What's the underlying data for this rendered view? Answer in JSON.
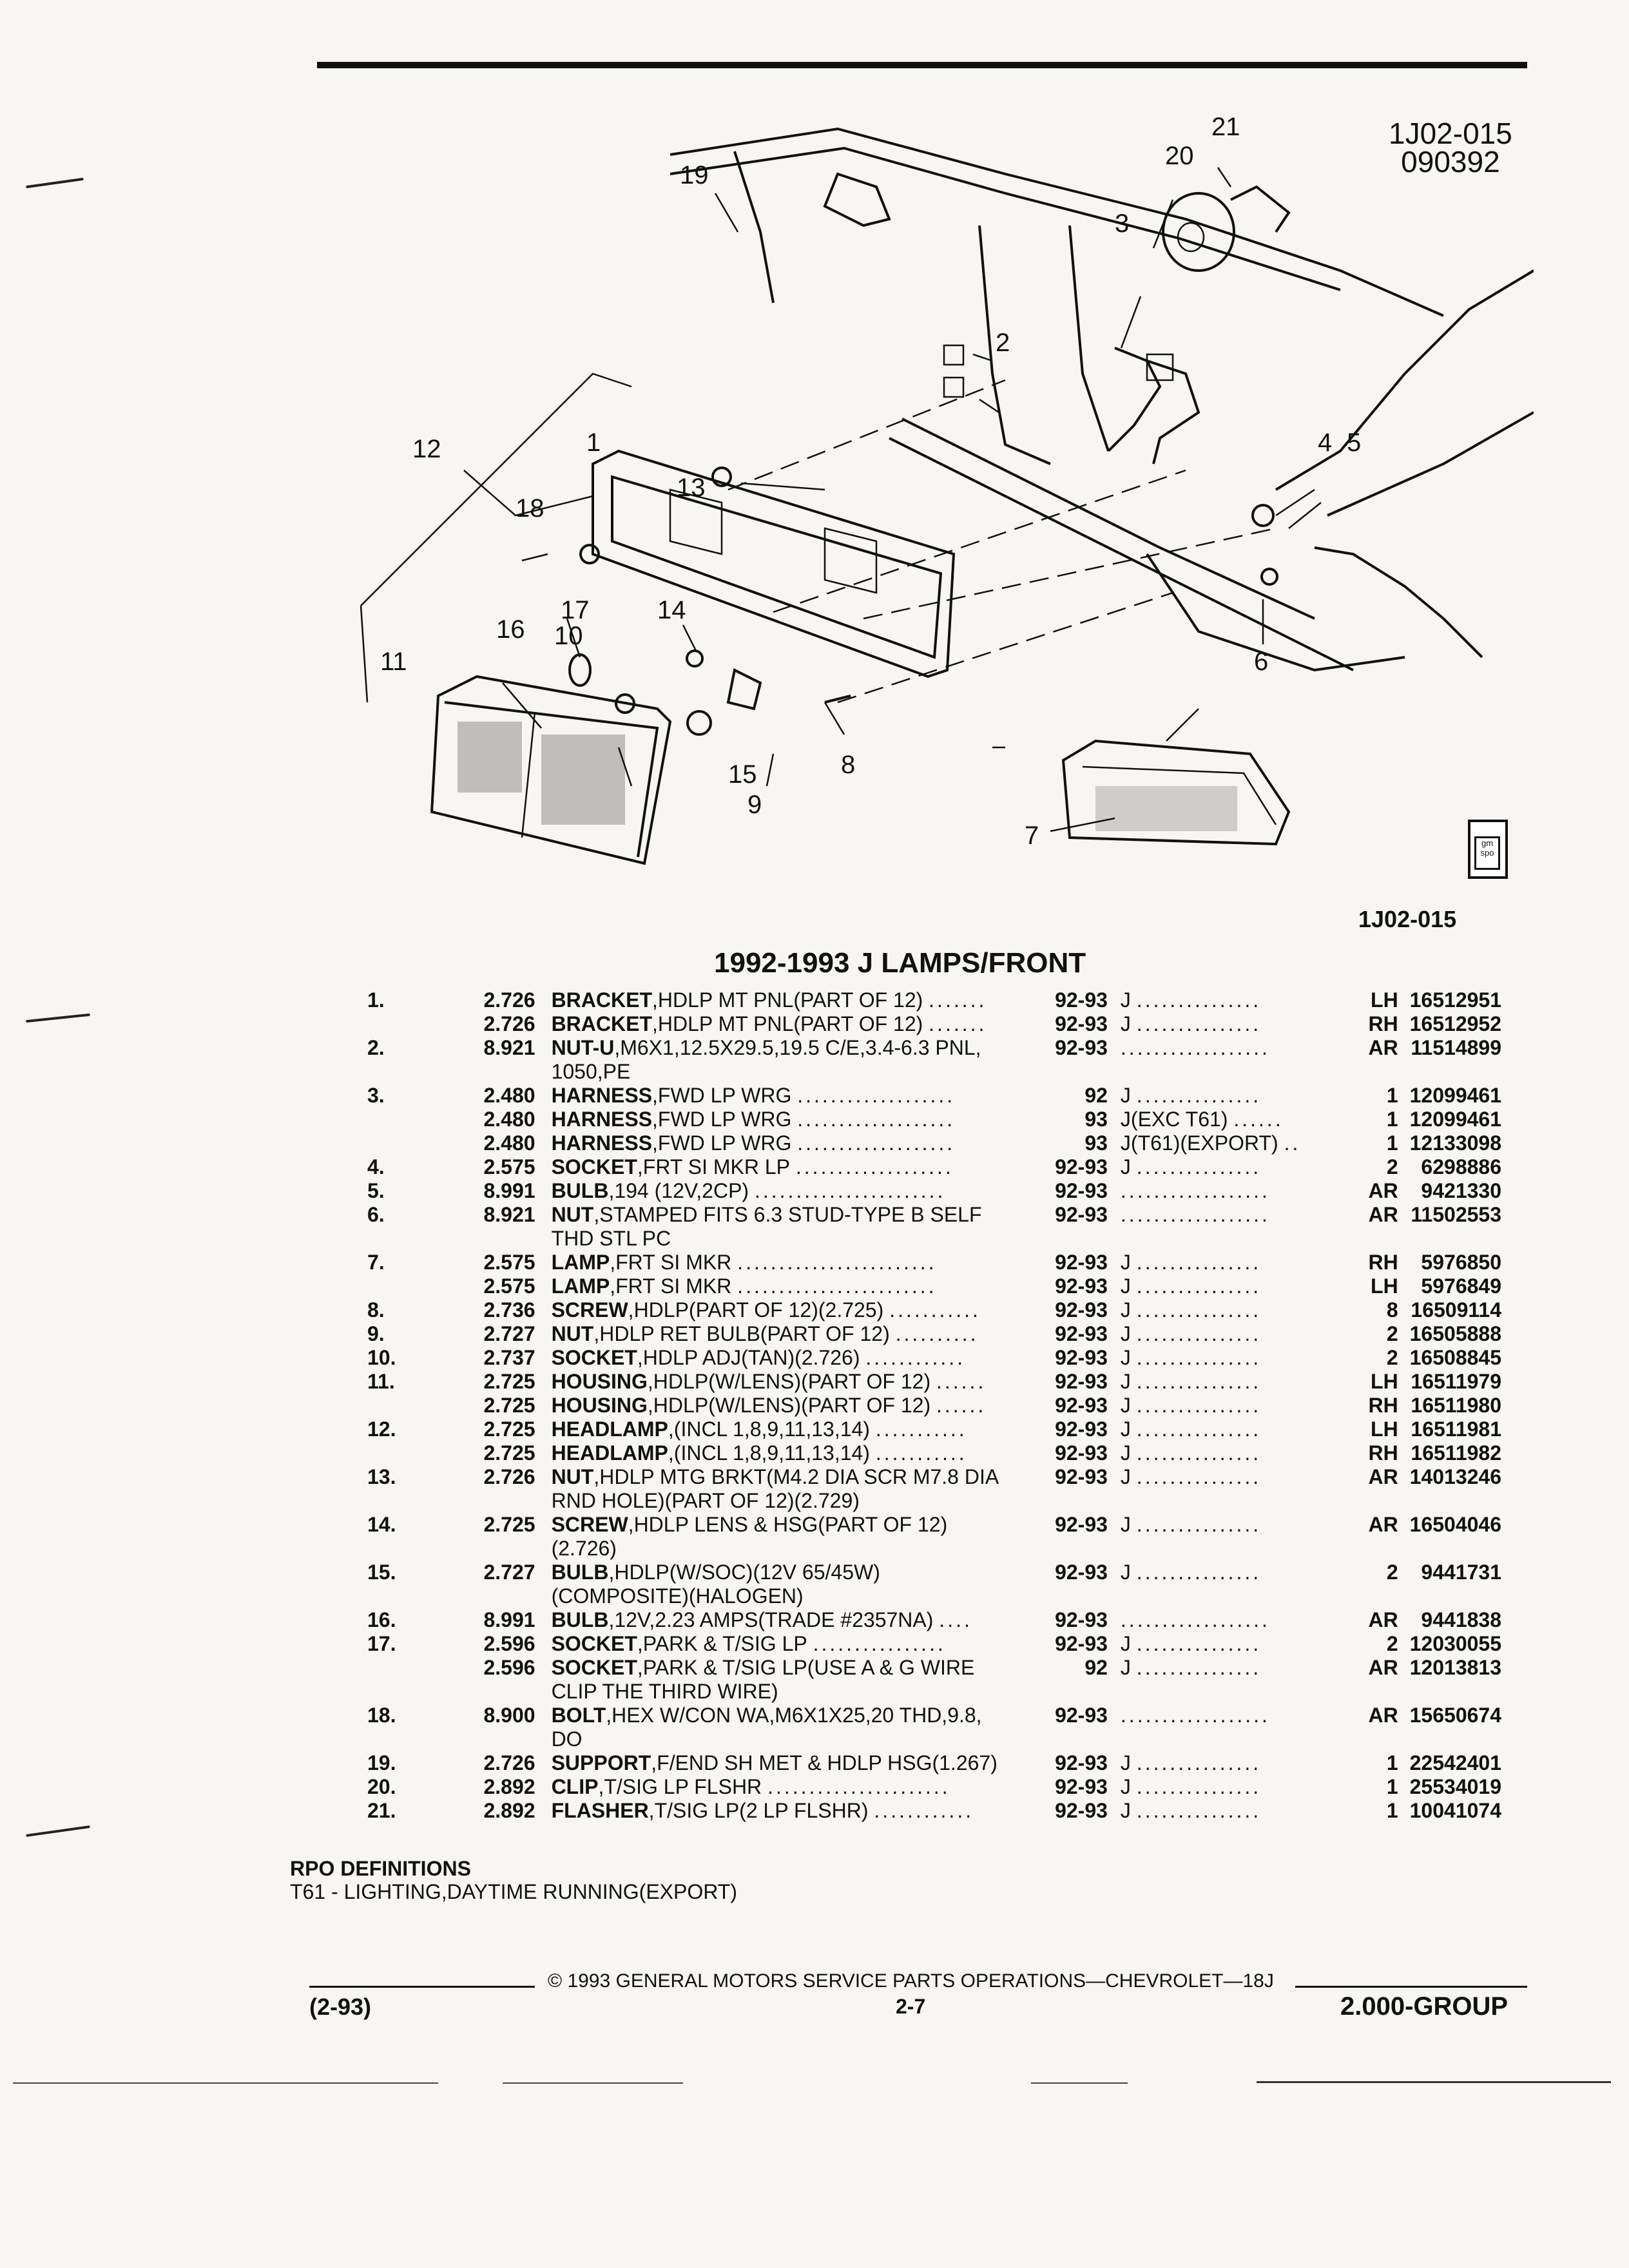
{
  "figure": {
    "code_top": "1J02-015",
    "date_code": "090392",
    "code_bottom": "1J02-015",
    "callouts": [
      "1",
      "2",
      "3",
      "4",
      "5",
      "6",
      "7",
      "8",
      "9",
      "10",
      "11",
      "12",
      "13",
      "14",
      "15",
      "16",
      "17",
      "18",
      "19",
      "20",
      "21"
    ]
  },
  "section_title": "1992-1993 J LAMPS/FRONT",
  "parts": [
    {
      "ref": "1.",
      "group": "2.726",
      "name": "BRACKET",
      "desc": ",HDLP MT PNL(PART OF 12)",
      "dots": ".......",
      "years": "92-93",
      "model": "J",
      "mdots": "...............",
      "qty": "LH",
      "part": "16512951"
    },
    {
      "ref": "",
      "group": "2.726",
      "name": "BRACKET",
      "desc": ",HDLP MT PNL(PART OF 12)",
      "dots": ".......",
      "years": "92-93",
      "model": "J",
      "mdots": "...............",
      "qty": "RH",
      "part": "16512952"
    },
    {
      "ref": "2.",
      "group": "8.921",
      "name": "NUT-U",
      "desc": ",M6X1,12.5X29.5,19.5 C/E,3.4-6.3 PNL,",
      "dots": "",
      "years": "92-93",
      "model": "",
      "mdots": "..................",
      "qty": "AR",
      "part": "11514899"
    },
    {
      "ref": "",
      "group": "",
      "name": "",
      "desc": "1050,PE",
      "dots": "",
      "years": "",
      "model": "",
      "mdots": "",
      "qty": "",
      "part": ""
    },
    {
      "ref": "3.",
      "group": "2.480",
      "name": "HARNESS",
      "desc": ",FWD LP WRG",
      "dots": "...................",
      "years": "92",
      "model": "J",
      "mdots": "...............",
      "qty": "1",
      "part": "12099461"
    },
    {
      "ref": "",
      "group": "2.480",
      "name": "HARNESS",
      "desc": ",FWD LP WRG",
      "dots": "...................",
      "years": "93",
      "model": "J(EXC T61)",
      "mdots": "......",
      "qty": "1",
      "part": "12099461"
    },
    {
      "ref": "",
      "group": "2.480",
      "name": "HARNESS",
      "desc": ",FWD LP WRG",
      "dots": "...................",
      "years": "93",
      "model": "J(T61)(EXPORT)",
      "mdots": "..",
      "qty": "1",
      "part": "12133098"
    },
    {
      "ref": "4.",
      "group": "2.575",
      "name": "SOCKET",
      "desc": ",FRT SI MKR LP",
      "dots": "...................",
      "years": "92-93",
      "model": "J",
      "mdots": "...............",
      "qty": "2",
      "part": "6298886"
    },
    {
      "ref": "5.",
      "group": "8.991",
      "name": "BULB",
      "desc": ",194 (12V,2CP)",
      "dots": ".......................",
      "years": "92-93",
      "model": "",
      "mdots": "..................",
      "qty": "AR",
      "part": "9421330"
    },
    {
      "ref": "6.",
      "group": "8.921",
      "name": "NUT",
      "desc": ",STAMPED FITS 6.3 STUD-TYPE B SELF",
      "dots": "",
      "years": "92-93",
      "model": "",
      "mdots": "..................",
      "qty": "AR",
      "part": "11502553"
    },
    {
      "ref": "",
      "group": "",
      "name": "",
      "desc": "THD STL PC",
      "dots": "",
      "years": "",
      "model": "",
      "mdots": "",
      "qty": "",
      "part": ""
    },
    {
      "ref": "7.",
      "group": "2.575",
      "name": "LAMP",
      "desc": ",FRT SI MKR",
      "dots": "........................",
      "years": "92-93",
      "model": "J",
      "mdots": "...............",
      "qty": "RH",
      "part": "5976850"
    },
    {
      "ref": "",
      "group": "2.575",
      "name": "LAMP",
      "desc": ",FRT SI MKR",
      "dots": "........................",
      "years": "92-93",
      "model": "J",
      "mdots": "...............",
      "qty": "LH",
      "part": "5976849"
    },
    {
      "ref": "8.",
      "group": "2.736",
      "name": "SCREW",
      "desc": ",HDLP(PART OF 12)(2.725)",
      "dots": "...........",
      "years": "92-93",
      "model": "J",
      "mdots": "...............",
      "qty": "8",
      "part": "16509114"
    },
    {
      "ref": "9.",
      "group": "2.727",
      "name": "NUT",
      "desc": ",HDLP RET BULB(PART OF 12)",
      "dots": "..........",
      "years": "92-93",
      "model": "J",
      "mdots": "...............",
      "qty": "2",
      "part": "16505888"
    },
    {
      "ref": "10.",
      "group": "2.737",
      "name": "SOCKET",
      "desc": ",HDLP ADJ(TAN)(2.726)",
      "dots": "............",
      "years": "92-93",
      "model": "J",
      "mdots": "...............",
      "qty": "2",
      "part": "16508845"
    },
    {
      "ref": "11.",
      "group": "2.725",
      "name": "HOUSING",
      "desc": ",HDLP(W/LENS)(PART OF 12)",
      "dots": "......",
      "years": "92-93",
      "model": "J",
      "mdots": "...............",
      "qty": "LH",
      "part": "16511979"
    },
    {
      "ref": "",
      "group": "2.725",
      "name": "HOUSING",
      "desc": ",HDLP(W/LENS)(PART OF 12)",
      "dots": "......",
      "years": "92-93",
      "model": "J",
      "mdots": "...............",
      "qty": "RH",
      "part": "16511980"
    },
    {
      "ref": "12.",
      "group": "2.725",
      "name": "HEADLAMP",
      "desc": ",(INCL 1,8,9,11,13,14)",
      "dots": "...........",
      "years": "92-93",
      "model": "J",
      "mdots": "...............",
      "qty": "LH",
      "part": "16511981"
    },
    {
      "ref": "",
      "group": "2.725",
      "name": "HEADLAMP",
      "desc": ",(INCL 1,8,9,11,13,14)",
      "dots": "...........",
      "years": "92-93",
      "model": "J",
      "mdots": "...............",
      "qty": "RH",
      "part": "16511982"
    },
    {
      "ref": "13.",
      "group": "2.726",
      "name": "NUT",
      "desc": ",HDLP MTG BRKT(M4.2 DIA SCR M7.8 DIA",
      "dots": "",
      "years": "92-93",
      "model": "J",
      "mdots": "...............",
      "qty": "AR",
      "part": "14013246"
    },
    {
      "ref": "",
      "group": "",
      "name": "",
      "desc": "RND HOLE)(PART OF 12)(2.729)",
      "dots": "",
      "years": "",
      "model": "",
      "mdots": "",
      "qty": "",
      "part": ""
    },
    {
      "ref": "14.",
      "group": "2.725",
      "name": "SCREW",
      "desc": ",HDLP LENS & HSG(PART OF 12)",
      "dots": "",
      "years": "92-93",
      "model": "J",
      "mdots": "...............",
      "qty": "AR",
      "part": "16504046"
    },
    {
      "ref": "",
      "group": "",
      "name": "",
      "desc": "(2.726)",
      "dots": "",
      "years": "",
      "model": "",
      "mdots": "",
      "qty": "",
      "part": ""
    },
    {
      "ref": "15.",
      "group": "2.727",
      "name": "BULB",
      "desc": ",HDLP(W/SOC)(12V 65/45W)",
      "dots": "",
      "years": "92-93",
      "model": "J",
      "mdots": "...............",
      "qty": "2",
      "part": "9441731"
    },
    {
      "ref": "",
      "group": "",
      "name": "",
      "desc": "(COMPOSITE)(HALOGEN)",
      "dots": "",
      "years": "",
      "model": "",
      "mdots": "",
      "qty": "",
      "part": ""
    },
    {
      "ref": "16.",
      "group": "8.991",
      "name": "BULB",
      "desc": ",12V,2.23 AMPS(TRADE #2357NA)",
      "dots": "....",
      "years": "92-93",
      "model": "",
      "mdots": "..................",
      "qty": "AR",
      "part": "9441838"
    },
    {
      "ref": "17.",
      "group": "2.596",
      "name": "SOCKET",
      "desc": ",PARK & T/SIG LP",
      "dots": "................",
      "years": "92-93",
      "model": "J",
      "mdots": "...............",
      "qty": "2",
      "part": "12030055"
    },
    {
      "ref": "",
      "group": "2.596",
      "name": "SOCKET",
      "desc": ",PARK & T/SIG LP(USE A & G WIRE",
      "dots": "",
      "years": "92",
      "model": "J",
      "mdots": "...............",
      "qty": "AR",
      "part": "12013813"
    },
    {
      "ref": "",
      "group": "",
      "name": "",
      "desc": "CLIP THE THIRD WIRE)",
      "dots": "",
      "years": "",
      "model": "",
      "mdots": "",
      "qty": "",
      "part": ""
    },
    {
      "ref": "18.",
      "group": "8.900",
      "name": "BOLT",
      "desc": ",HEX W/CON WA,M6X1X25,20 THD,9.8,",
      "dots": "",
      "years": "92-93",
      "model": "",
      "mdots": "..................",
      "qty": "AR",
      "part": "15650674"
    },
    {
      "ref": "",
      "group": "",
      "name": "",
      "desc": "DO",
      "dots": "",
      "years": "",
      "model": "",
      "mdots": "",
      "qty": "",
      "part": ""
    },
    {
      "ref": "19.",
      "group": "2.726",
      "name": "SUPPORT",
      "desc": ",F/END SH MET & HDLP HSG(1.267)",
      "dots": "",
      "years": "92-93",
      "model": "J",
      "mdots": "...............",
      "qty": "1",
      "part": "22542401"
    },
    {
      "ref": "20.",
      "group": "2.892",
      "name": "CLIP",
      "desc": ",T/SIG LP FLSHR",
      "dots": "......................",
      "years": "92-93",
      "model": "J",
      "mdots": "...............",
      "qty": "1",
      "part": "25534019"
    },
    {
      "ref": "21.",
      "group": "2.892",
      "name": "FLASHER",
      "desc": ",T/SIG LP(2 LP FLSHR)",
      "dots": "............",
      "years": "92-93",
      "model": "J",
      "mdots": "...............",
      "qty": "1",
      "part": "10041074"
    }
  ],
  "rpo": {
    "title": "RPO DEFINITIONS",
    "definition": "T61 - LIGHTING,DAYTIME RUNNING(EXPORT)"
  },
  "footer": {
    "copyright": "© 1993 GENERAL MOTORS SERVICE PARTS OPERATIONS—CHEVROLET—18J",
    "date": "(2-93)",
    "page": "2-7",
    "group": "2.000-GROUP"
  },
  "logo": {
    "text": "gm spo"
  }
}
